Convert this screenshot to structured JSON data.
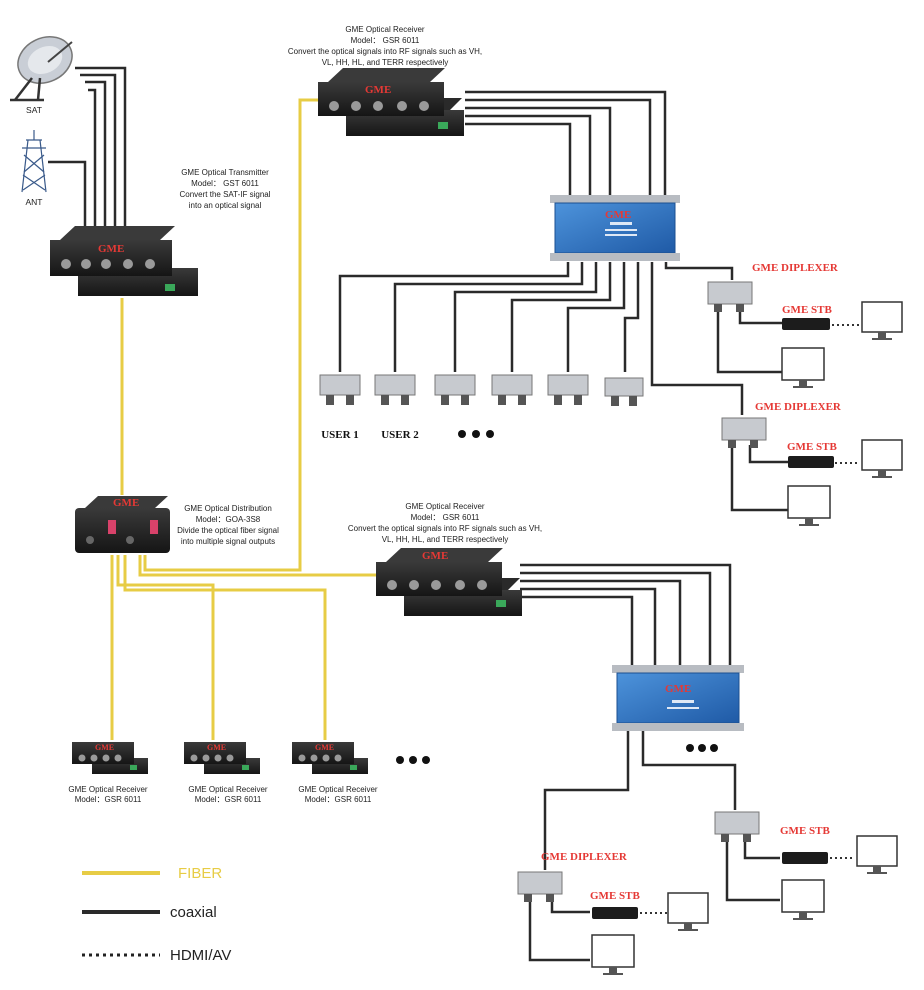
{
  "labels": {
    "sat": "SAT",
    "ant": "ANT",
    "transmitter": [
      "GME Optical Transmitter",
      "Model： GST 6011",
      "Convert the SAT-IF signal",
      "into an optical signal"
    ],
    "receiver_top": [
      "GME Optical Receiver",
      "Model： GSR 6011",
      "Convert the optical signals into RF signals such as VH,",
      "VL, HH, HL, and TERR respectively"
    ],
    "receiver_mid": [
      "GME Optical Receiver",
      "Model： GSR 6011",
      "Convert the optical signals into RF signals such as VH,",
      "VL, HH, HL, and TERR respectively"
    ],
    "distribution": [
      "GME Optical Distribution",
      "Model：GOA-3S8",
      "Divide the optical fiber signal",
      "into multiple signal outputs"
    ],
    "small_receiver_1": [
      "GME Optical Receiver",
      "Model：GSR 6011"
    ],
    "small_receiver_2": [
      "GME Optical Receiver",
      "Model：GSR 6011"
    ],
    "small_receiver_3": [
      "GME Optical Receiver",
      "Model：GSR 6011"
    ],
    "diplexer_1": "GME DIPLEXER",
    "diplexer_2": "GME DIPLEXER",
    "diplexer_3": "GME DIPLEXER",
    "stb_1": "GME STB",
    "stb_2": "GME STB",
    "stb_3": "GME STB",
    "stb_4": "GME STB",
    "user_1": "USER 1",
    "user_2": "USER 2",
    "brand": "GME"
  },
  "legend": {
    "fiber": "FIBER",
    "coaxial": "coaxial",
    "hdmi": "HDMI/AV"
  },
  "colors": {
    "fiber": "#e7cc45",
    "coax": "#2a2a2a",
    "accent_red": "#e53935",
    "switch_blue": "#2d74c4"
  }
}
